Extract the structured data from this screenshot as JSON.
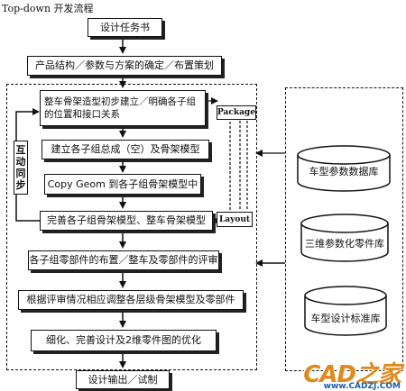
{
  "title": "Top-down 开发流程",
  "steps": [
    "设计任务书",
    "产品结构／参数与方案的确定／布置策划",
    "整车骨架造型初步建立／明确各子组的位置和接口关系",
    "建立各子组总成（空）及骨架模型",
    "Copy Geom 到各子组骨架模型中",
    "完善各子组骨架模型、整车骨架模型",
    "各子组零部件的布置／整车及零部件的评审",
    "根据评审情况相应调整各层级骨架模型及零部件",
    "细化、完善设计及2维零件图的优化",
    "设计输出／试制"
  ],
  "sync_label": "互动同步",
  "package_label": "Package",
  "layout_label": "Layout",
  "databases": [
    "车型参数数据库",
    "三维参数化零件库",
    "车型设计标准库"
  ],
  "watermark": {
    "brand": "CAD之家",
    "url": "www.CADZJ.COM"
  }
}
